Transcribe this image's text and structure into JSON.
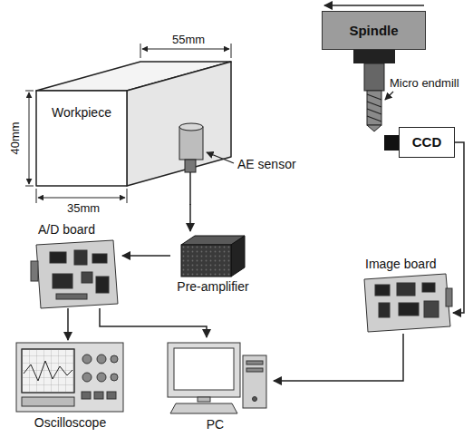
{
  "diagram": {
    "nodes": [
      {
        "text": [
          "Spindle"
        ]
      },
      {
        "text": [
          "CCD"
        ]
      },
      {
        "text": [
          "Workpiece"
        ]
      },
      {
        "text": [
          "AE sensor"
        ]
      },
      {
        "text": [
          "A/D board"
        ]
      },
      {
        "text": [
          "Pre-amplifier"
        ]
      },
      {
        "text": [
          "Image board"
        ]
      },
      {
        "text": [
          "Oscilloscope"
        ]
      },
      {
        "text": [
          "PC"
        ]
      }
    ],
    "edges": [
      {
        "from": 1,
        "to": 6,
        "arrow": "to"
      },
      {
        "from": 3,
        "to": 5,
        "arrow": "to"
      },
      {
        "from": 5,
        "to": 4,
        "arrow": "to"
      },
      {
        "from": 4,
        "to": 7,
        "arrow": "to"
      },
      {
        "from": 4,
        "to": 8,
        "arrow": "to"
      },
      {
        "from": 6,
        "to": 8,
        "arrow": "to"
      }
    ],
    "labels": [
      "Micro endmill",
      "55mm",
      "35mm",
      "40mm"
    ]
  }
}
